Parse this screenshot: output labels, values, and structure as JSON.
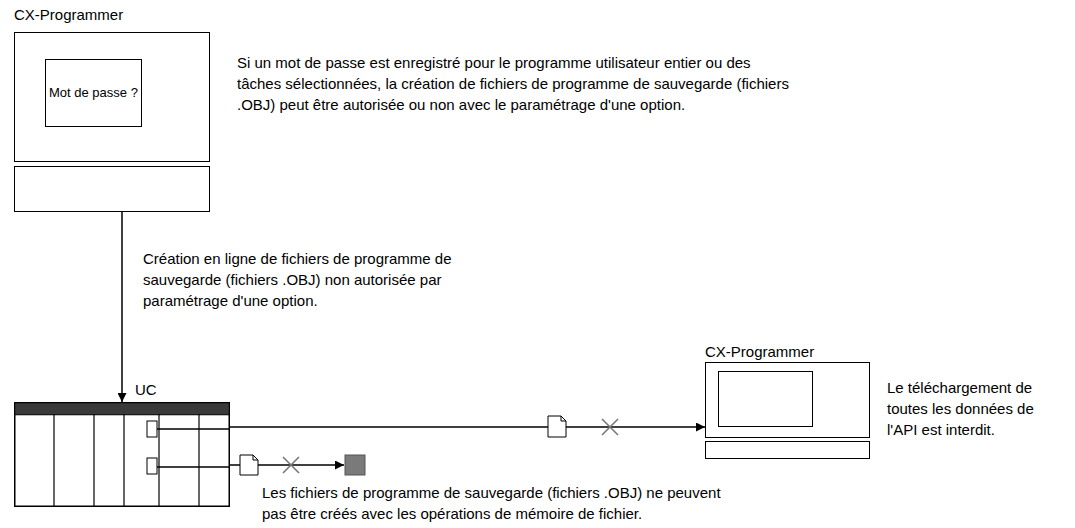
{
  "diagram": {
    "nodes": [
      {
        "text": [
          "CX-Programmer",
          "Mot de passe ?"
        ]
      },
      {
        "text": [
          "UC"
        ]
      },
      {
        "text": [
          "CX-Programmer"
        ]
      }
    ],
    "edges": [
      {
        "from": 0,
        "to": 1,
        "arrow": "to",
        "label": "Création en ligne de fichiers de programme de sauvegarde (fichiers .OBJ) non autorisée par paramétrage d'une option."
      },
      {
        "from": 1,
        "to": 2,
        "arrow": "to"
      }
    ],
    "labels": [
      "Si un mot de passe est enregistré pour le programme utilisateur entier ou des tâches sélectionnées, la création de fichiers de programme de sauvegarde (fichiers .OBJ) peut être autorisée ou non avec le paramétrage d'une option.",
      "Le téléchargement de toutes les données de l'API est interdit.",
      "Les fichiers de programme de sauvegarde (fichiers .OBJ) ne peuvent pas être créés avec les opérations de mémoire de fichier."
    ]
  }
}
